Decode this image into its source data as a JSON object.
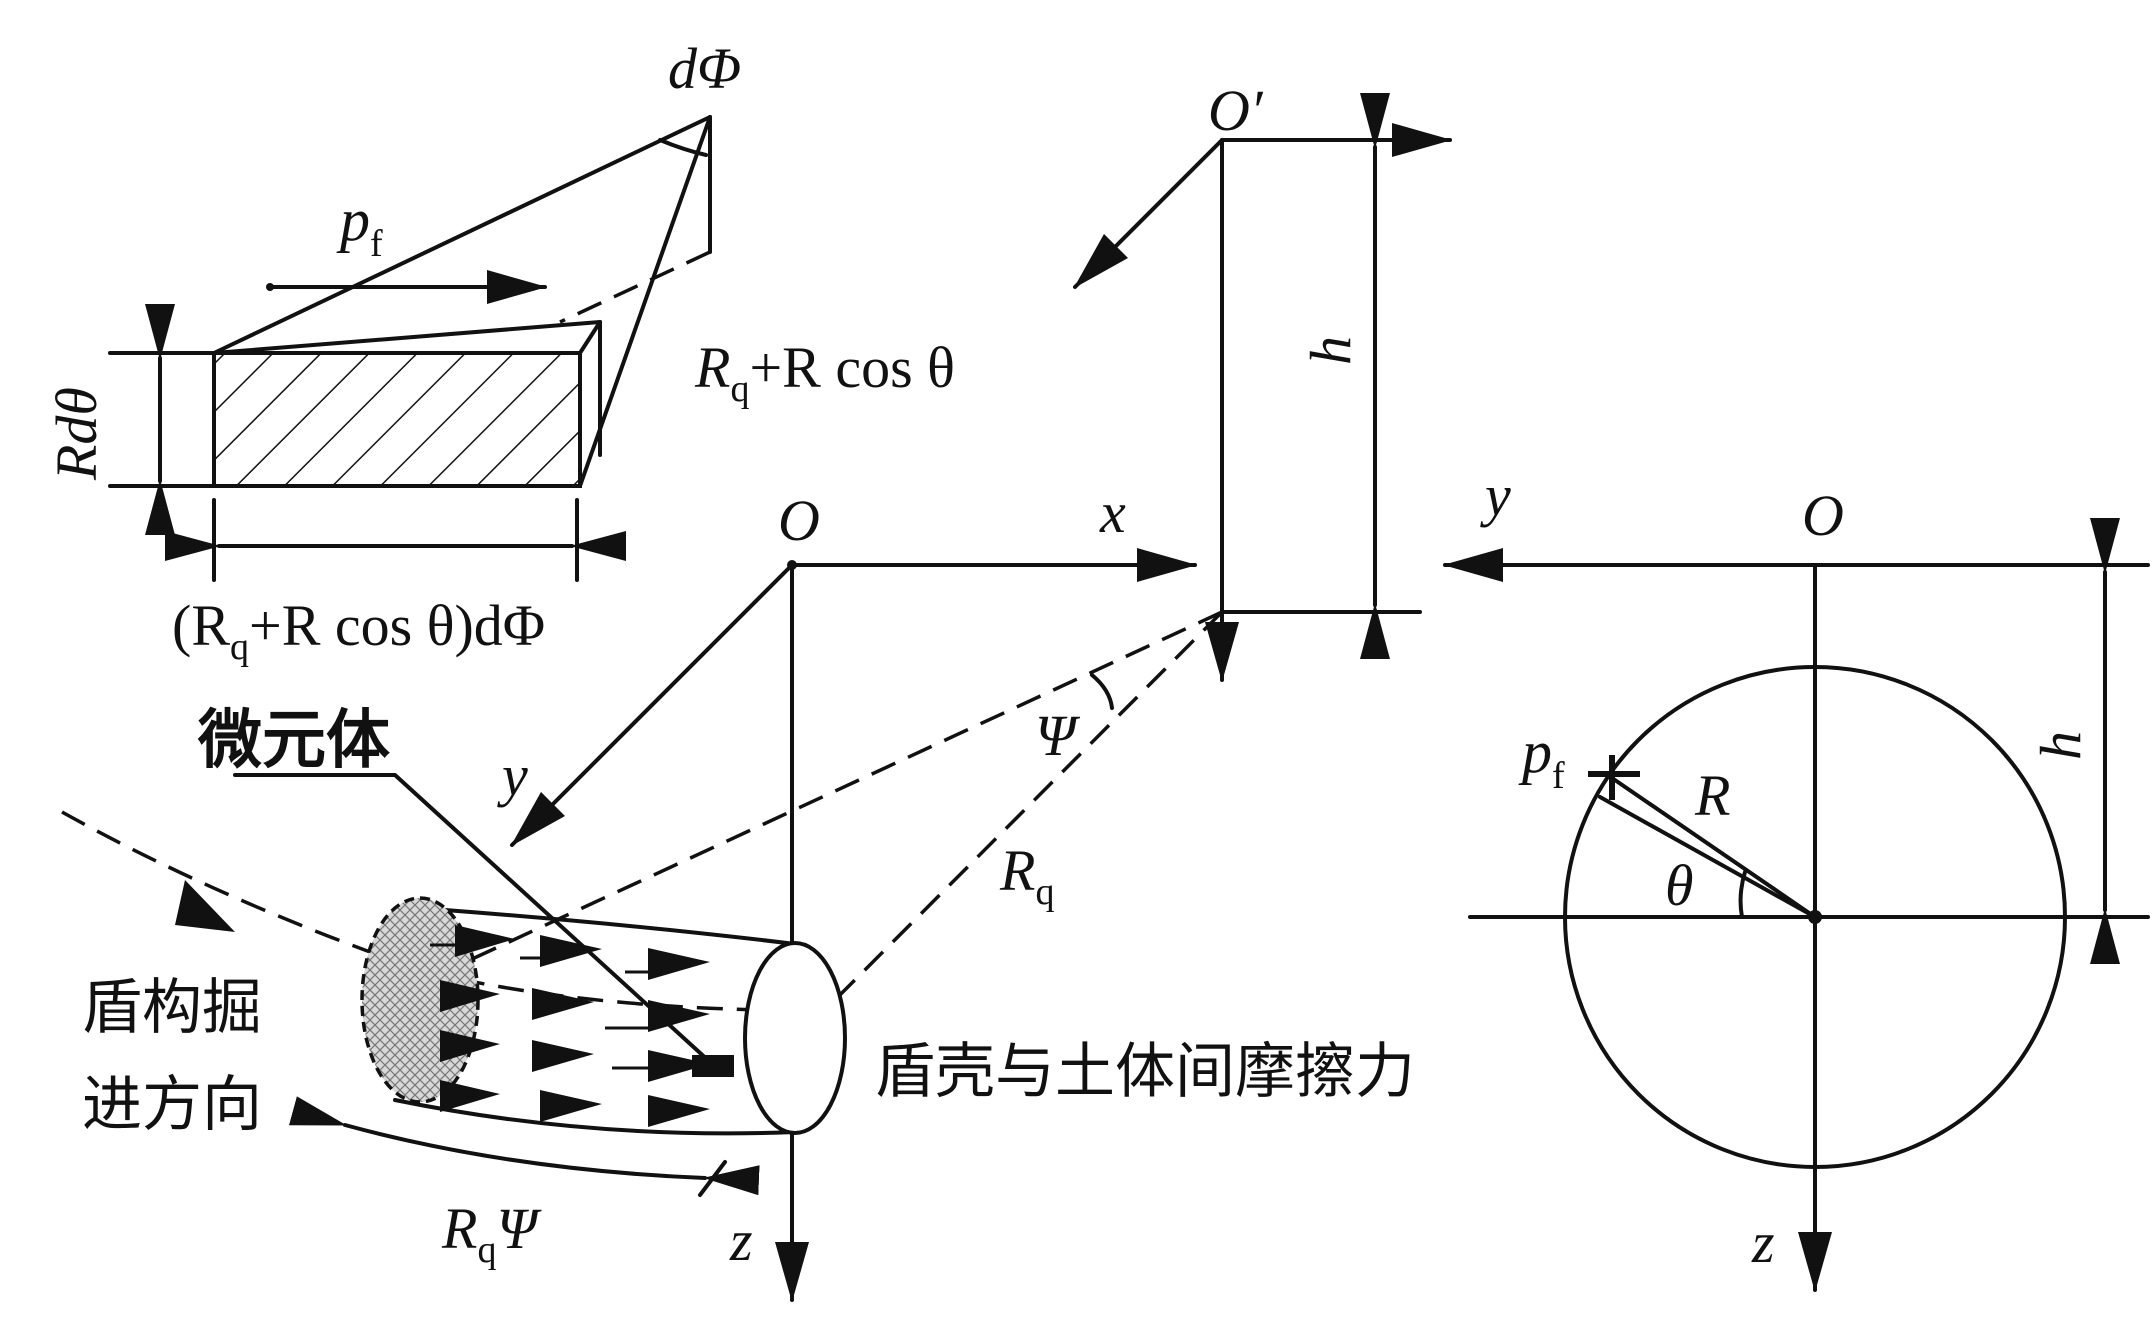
{
  "labels": {
    "dphi": "dΦ",
    "pf_base": "p",
    "pf_sub": "f",
    "rq_base": "R",
    "rq_sub": "q",
    "rq_plus_rcos": "+R cos θ",
    "r_dtheta": "Rdθ",
    "width_open": "(R",
    "width_sub": "q",
    "width_rest": "+R cos θ)dΦ",
    "O": "O",
    "O_prime": "O′",
    "x": "x",
    "y": "y",
    "z": "z",
    "h": "h",
    "psi": "Ψ",
    "R": "R",
    "theta": "θ",
    "rq_psi_base": "R",
    "rq_psi_sub": "q",
    "rq_psi_rest": "Ψ"
  },
  "chinese": {
    "micro_element": "微元体",
    "direction_line1": "盾构掘",
    "direction_line2": "进方向",
    "friction": "盾壳与土体间摩擦力"
  }
}
